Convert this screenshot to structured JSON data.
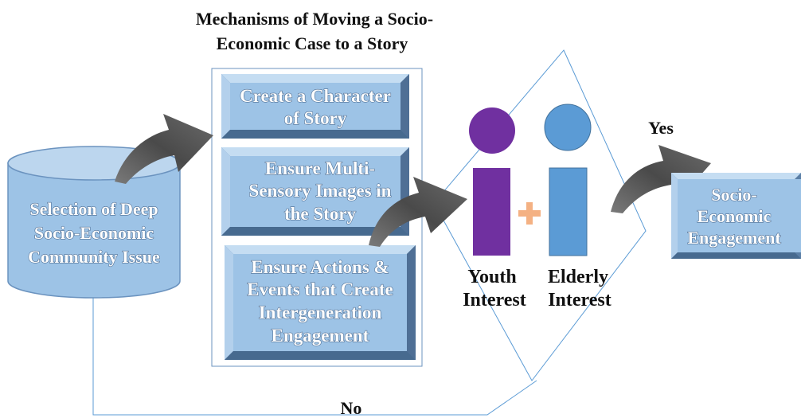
{
  "title": {
    "line1": "Mechanisms of Moving a Socio-",
    "line2": "Economic Case to a Story"
  },
  "source": {
    "line1": "Selection of Deep",
    "line2": "Socio-Economic",
    "line3": "Community Issue"
  },
  "mechanisms": [
    {
      "line1": "Create a Character",
      "line2": "of Story"
    },
    {
      "line1": "Ensure Multi-",
      "line2": "Sensory Images in",
      "line3": "the Story"
    },
    {
      "line1": "Ensure Actions &",
      "line2": "Events that Create",
      "line3": "Intergeneration",
      "line4": "Engagement"
    }
  ],
  "people": {
    "youth": {
      "line1": "Youth",
      "line2": "Interest",
      "color": "#7030a0"
    },
    "elderly": {
      "line1": "Elderly",
      "line2": "Interest",
      "color": "#5b9bd5"
    },
    "plus_color": "#f4b183"
  },
  "output": {
    "line1": "Socio-",
    "line2": "Economic",
    "line3": "Engagement"
  },
  "decision": {
    "yes_label": "Yes",
    "no_label": "No"
  },
  "colors": {
    "box_fill": "#9dc3e6",
    "box_dark": "#5b7fa6",
    "arrow": "#595959",
    "line": "#5b9bd5"
  }
}
